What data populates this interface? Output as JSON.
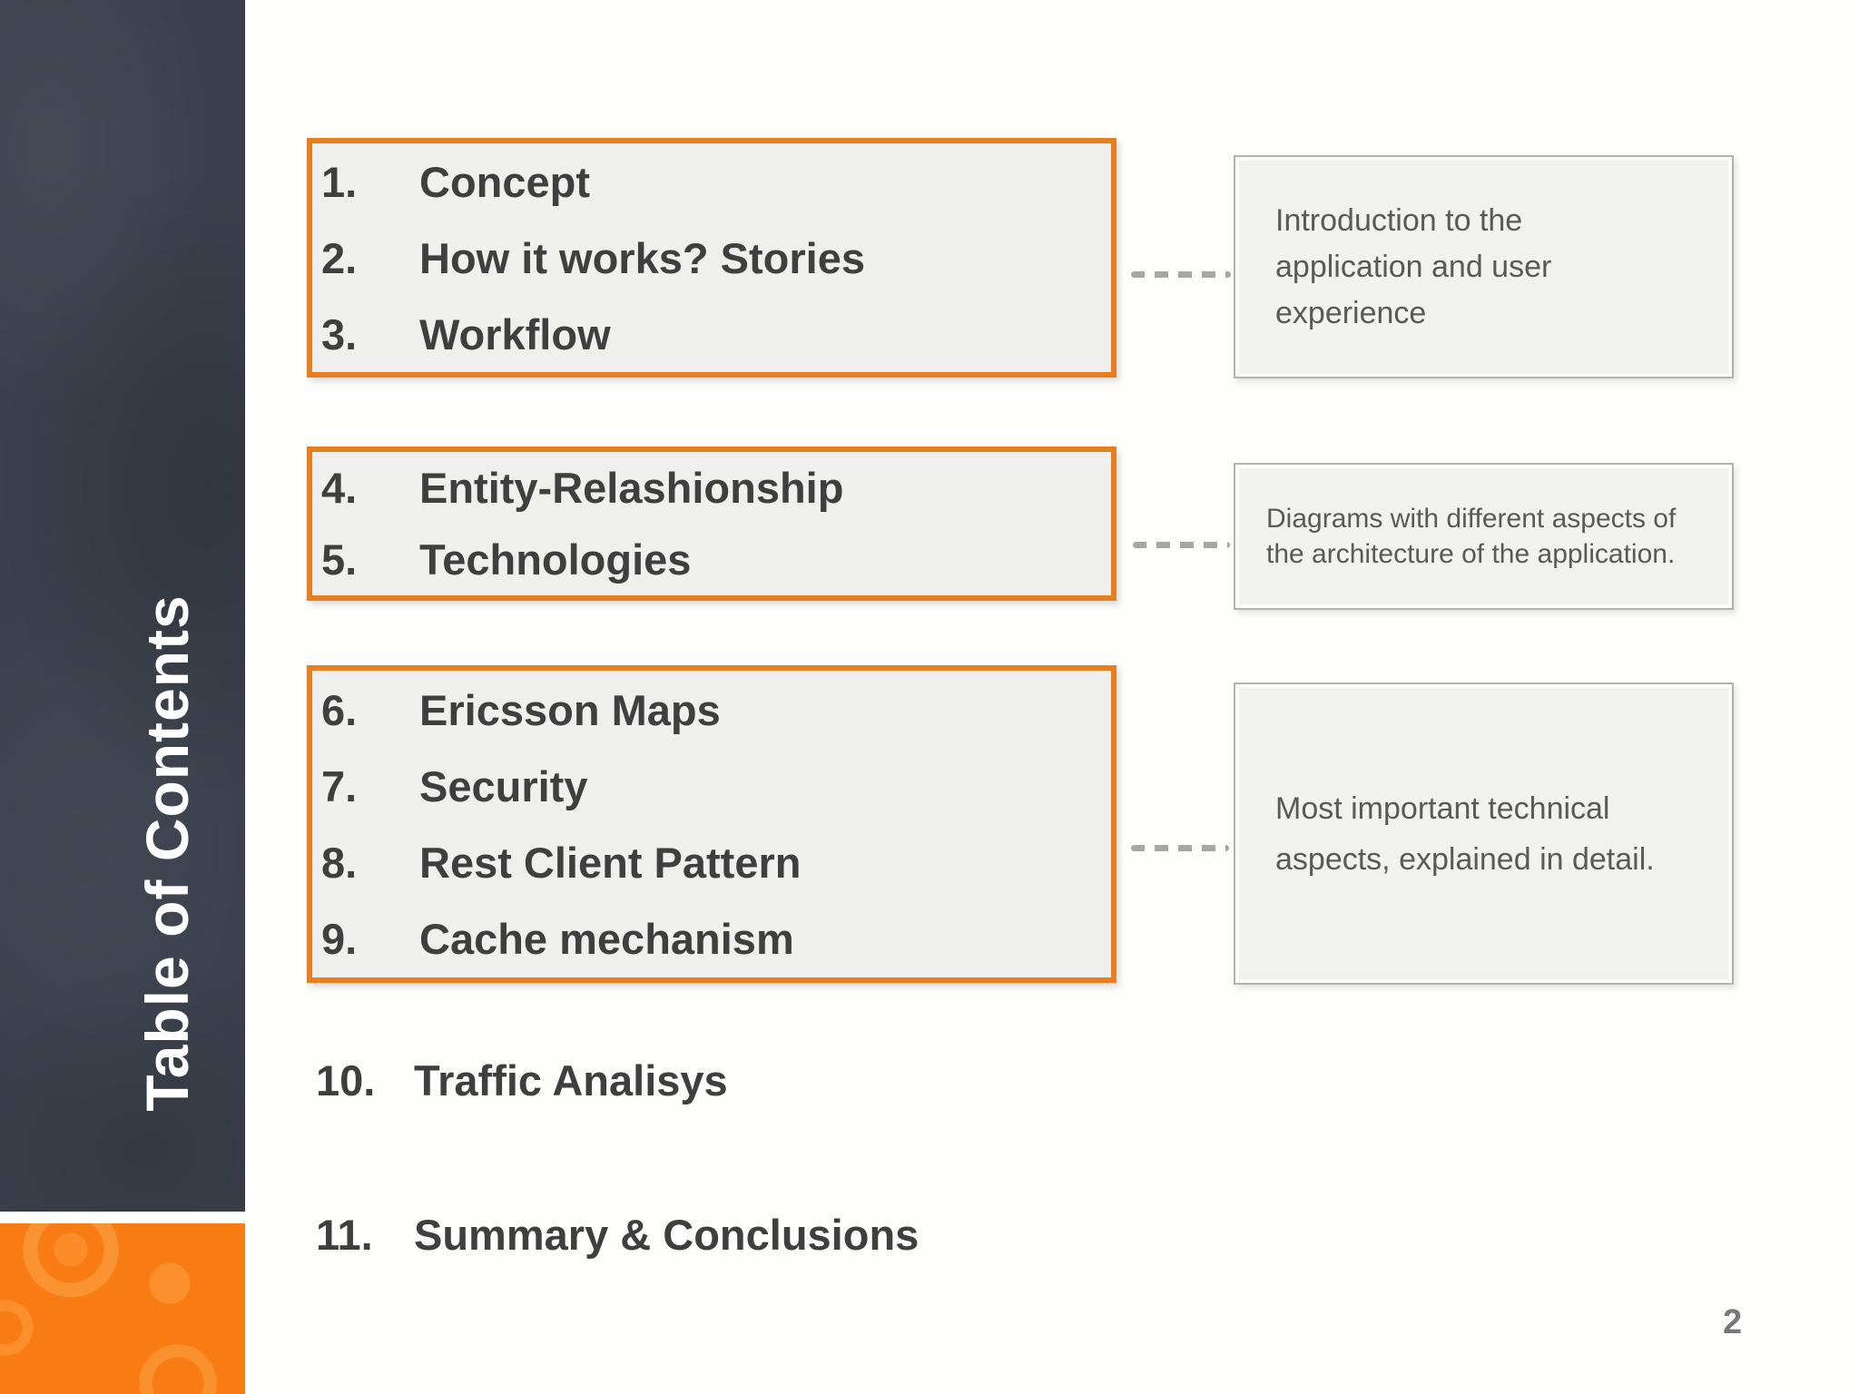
{
  "slide": {
    "vertical_title": "Table of Contents",
    "page_number": "2"
  },
  "colors": {
    "accent_orange": "#e67f1f",
    "footer_orange": "#f87c13",
    "sidebar_dark": "#3b414c",
    "toc_box_bg": "#efefed",
    "note_box_bg": "#f1f1ef",
    "list_text": "#3f3f3f",
    "note_text": "#595959",
    "dash_gray": "#a6a6a6"
  },
  "toc": {
    "groups": [
      {
        "items": [
          {
            "num": "1.",
            "label": "Concept"
          },
          {
            "num": "2.",
            "label": "How it works? Stories"
          },
          {
            "num": "3.",
            "label": "Workflow"
          }
        ],
        "note": "Introduction to the application and user experience"
      },
      {
        "items": [
          {
            "num": "4.",
            "label": "Entity-Relashionship"
          },
          {
            "num": "5.",
            "label": "Technologies"
          }
        ],
        "note": "Diagrams with different aspects of the architecture of the application."
      },
      {
        "items": [
          {
            "num": "6.",
            "label": "Ericsson Maps"
          },
          {
            "num": "7.",
            "label": "Security"
          },
          {
            "num": "8.",
            "label": "Rest Client Pattern"
          },
          {
            "num": "9.",
            "label": "Cache mechanism"
          }
        ],
        "note": "Most important technical aspects, explained in detail."
      }
    ],
    "tail_items": [
      {
        "num": "10.",
        "label": "Traffic Analisys"
      },
      {
        "num": "11.",
        "label": "Summary & Conclusions"
      }
    ]
  }
}
